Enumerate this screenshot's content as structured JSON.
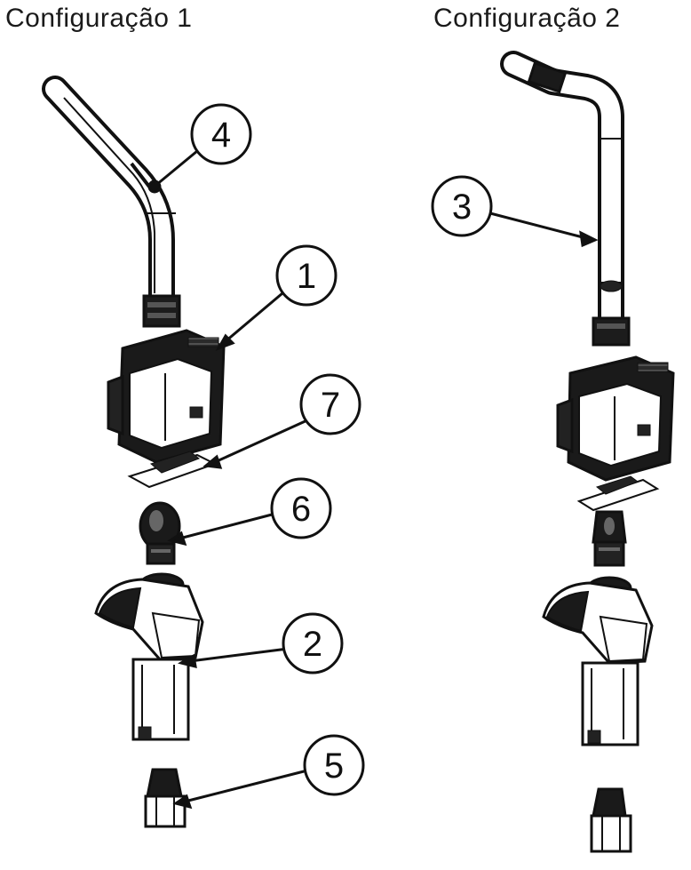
{
  "titles": {
    "config1": "Configuração 1",
    "config2": "Configuração 2"
  },
  "callouts": {
    "c1": "1",
    "c2": "2",
    "c3": "3",
    "c4": "4",
    "c5": "5",
    "c6": "6",
    "c7": "7"
  },
  "colors": {
    "ink": "#111111",
    "shade": "#2a2a2a",
    "paper": "#ffffff"
  }
}
